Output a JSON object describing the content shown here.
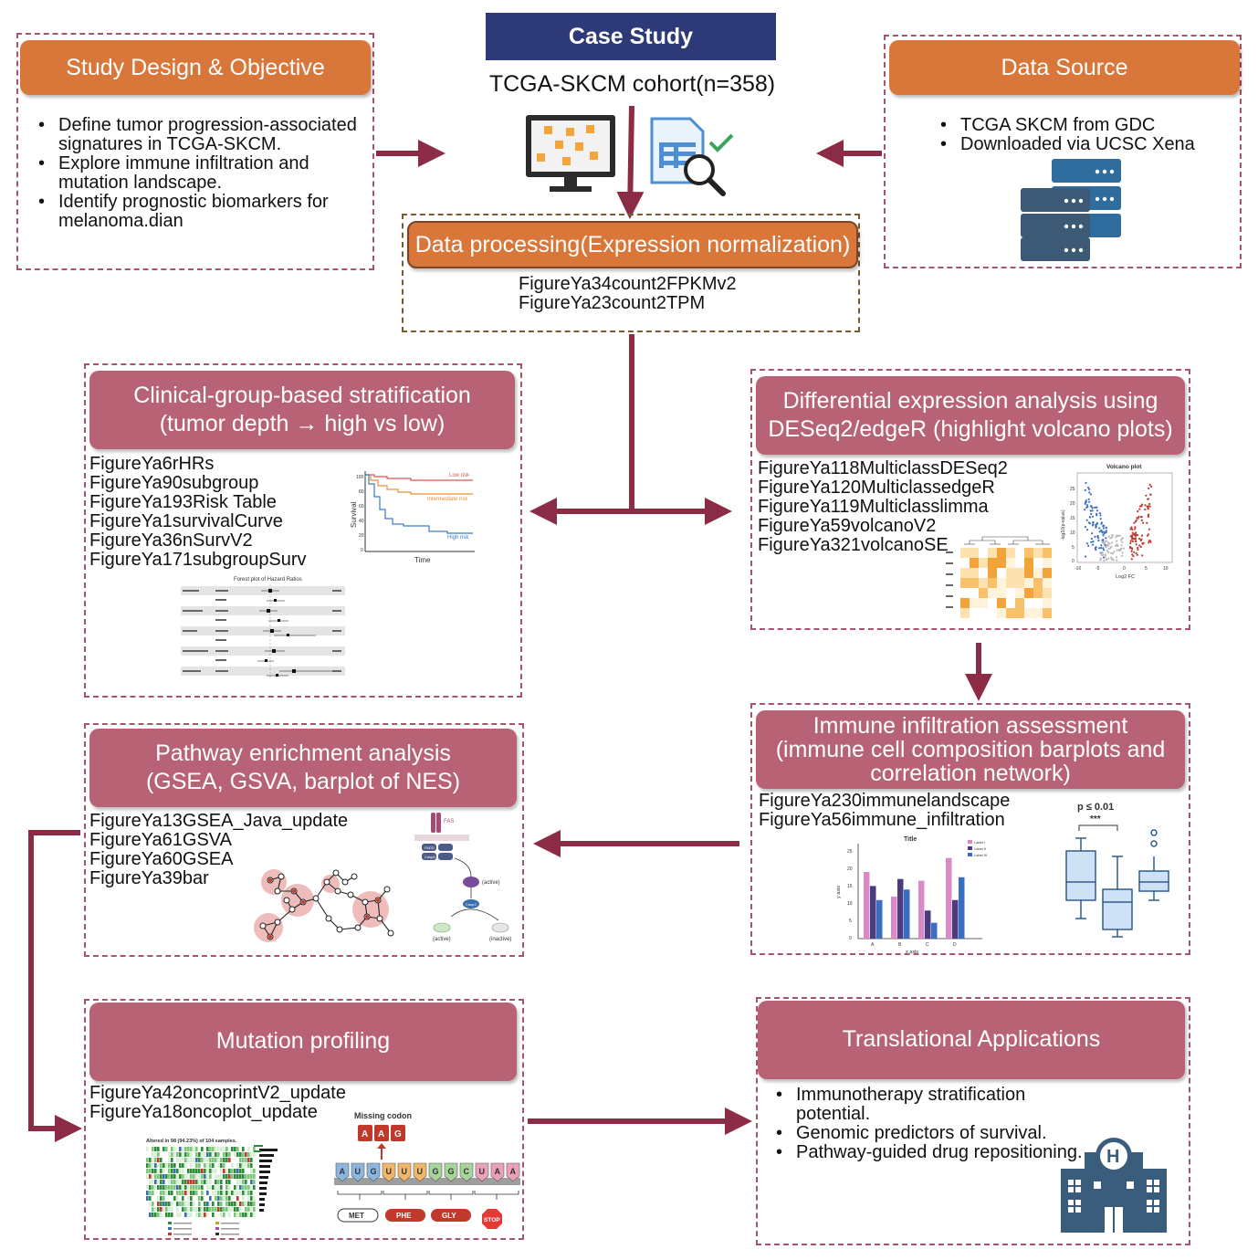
{
  "header": {
    "title": "Case Study",
    "cohort": "TCGA-SKCM cohort(n=358)"
  },
  "study_design": {
    "title": "Study Design & Objective",
    "bullets": [
      "Define tumor progression-associated signatures in TCGA-SKCM.",
      "Explore immune infiltration and mutation landscape.",
      "Identify prognostic biomarkers for melanoma.dian"
    ]
  },
  "data_source": {
    "title": "Data Source",
    "bullets": [
      "TCGA SKCM from GDC",
      "Downloaded via UCSC Xena"
    ]
  },
  "data_processing": {
    "title": "Data processing(Expression normalization)",
    "items": [
      "FigureYa34count2FPKMv2",
      "FigureYa23count2TPM"
    ]
  },
  "clinical": {
    "title_line1": "Clinical-group-based stratification",
    "title_line2": "(tumor depth → high vs low)",
    "items": [
      "FigureYa6rHRs",
      "FigureYa90subgroup",
      "FigureYa193Risk Table",
      "FigureYa1survivalCurve",
      "FigureYa36nSurvV2",
      "FigureYa171subgroupSurv"
    ],
    "km": {
      "ylabel": "Survival",
      "xlabel": "Time",
      "low": "Low risk",
      "mid": "Intermediate risk",
      "high": "High risk",
      "ticks": [
        "100",
        "80",
        "60",
        "40",
        "20",
        "0"
      ]
    },
    "forest_title": "Forest plot of Hazard Ratios"
  },
  "differential": {
    "title_line1": "Differential expression analysis using",
    "title_line2": "DESeq2/edgeR (highlight volcano plots)",
    "items": [
      "FigureYa118MulticlassDESeq2",
      "FigureYa120MulticlassedgeR",
      "FigureYa119Multiclasslimma",
      "FigureYa59volcanoV2",
      "FigureYa321volcanoSE"
    ],
    "volcano": {
      "title": "Volcano plot",
      "xlabel": "Log2 FC",
      "ylabel": "-log10(p-value)",
      "xticks": [
        "-10",
        "-5",
        "0",
        "5",
        "10"
      ],
      "yticks": [
        "25",
        "20",
        "15",
        "10",
        "5",
        "0"
      ]
    }
  },
  "immune": {
    "title_line1": "Immune infiltration assessment",
    "title_line2": "(immune cell composition barplots and",
    "title_line3": "correlation network)",
    "items": [
      "FigureYa230immunelandscape",
      "FigureYa56immune_infiltration"
    ],
    "bar": {
      "title": "Title",
      "xlabel": "x axis",
      "ylabel": "y axis",
      "categories": [
        "A",
        "B",
        "C",
        "D"
      ],
      "yticks": [
        "25",
        "20",
        "15",
        "10",
        "5",
        "0"
      ],
      "series": [
        {
          "name": "Label I",
          "values": [
            19,
            12,
            16.5,
            23
          ]
        },
        {
          "name": "Label II",
          "values": [
            15,
            17,
            8,
            11
          ]
        },
        {
          "name": "Label III",
          "values": [
            11,
            14,
            4.5,
            17.5
          ]
        }
      ]
    },
    "box": {
      "pval": "p ≤ 0.01",
      "stars": "***"
    }
  },
  "pathway": {
    "title_line1": "Pathway enrichment analysis",
    "title_line2": "(GSEA, GSVA, barplot of NES)",
    "items": [
      "FigureYa13GSEA_Java_update",
      "FigureYa61GSVA",
      "FigureYa60GSEA",
      "FigureYa39bar"
    ],
    "sig": {
      "fas": "FAS",
      "fadd": "FADD",
      "casp8": "Casp8",
      "active": "(active)",
      "casp3": "Casp3",
      "inactive": "(inactive)"
    }
  },
  "mutation": {
    "title": "Mutation profiling",
    "items": [
      "FigureYa42oncoprintV2_update",
      "FigureYa18oncoplot_update"
    ],
    "onco_title": "Altered in 98 (94.23%) of 104 samples.",
    "missing": "Missing codon",
    "codon_inserted": [
      "A",
      "A",
      "G"
    ],
    "codons": [
      "A",
      "U",
      "G",
      "U",
      "U",
      "U",
      "G",
      "G",
      "C",
      "U",
      "A",
      "A"
    ],
    "aa": [
      "MET",
      "PHE",
      "GLY"
    ],
    "stop": "STOP"
  },
  "translational": {
    "title": "Translational Applications",
    "bullets": [
      "Immunotherapy stratification potential.",
      "Genomic predictors of survival.",
      "Pathway-guided drug repositioning."
    ],
    "hospital_letter": "H"
  },
  "colors": {
    "orange": "#d9773a",
    "rose": "#b76375",
    "navy": "#2e3a78",
    "arrow": "#8b2b45"
  }
}
